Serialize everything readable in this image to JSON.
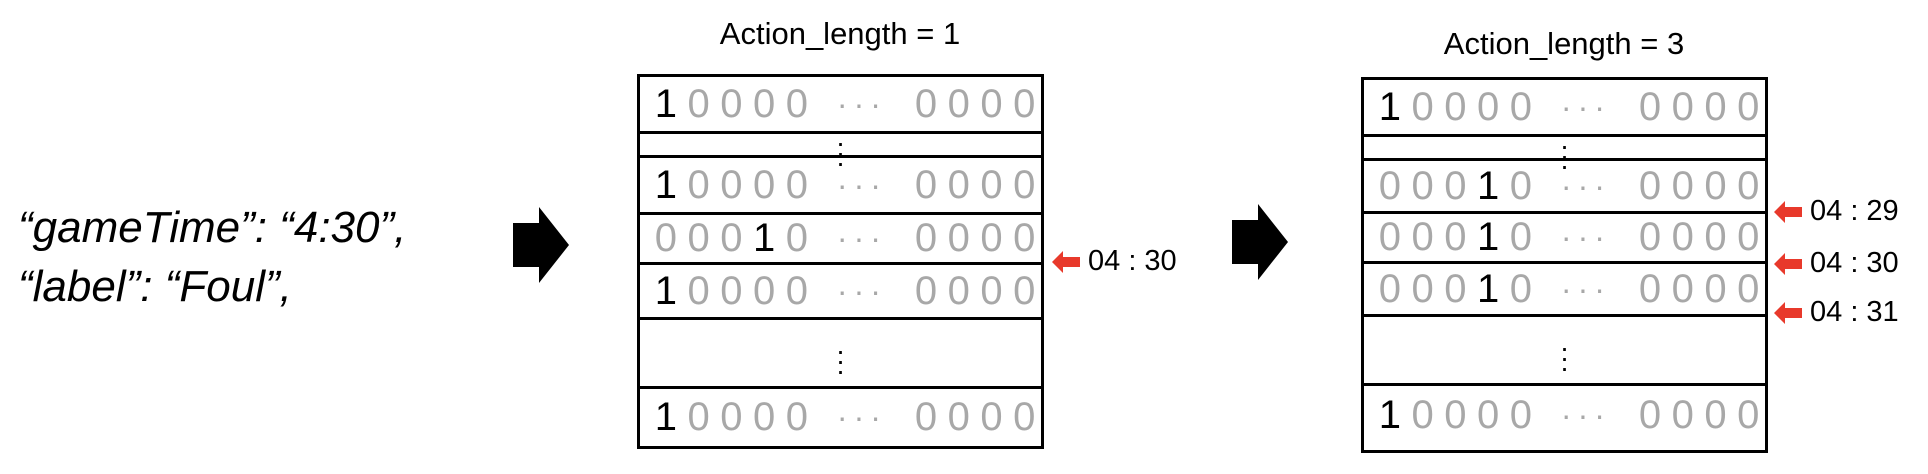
{
  "json_text": {
    "line1": "“gameTime”: “4:30”,",
    "line2": "“label”: “Foul”,"
  },
  "panel1": {
    "title": "Action_length = 1",
    "rows": [
      {
        "type": "vector",
        "active": 0
      },
      {
        "type": "ellipsis"
      },
      {
        "type": "vector",
        "active": 0
      },
      {
        "type": "vector",
        "active": 3
      },
      {
        "type": "vector",
        "active": 0
      },
      {
        "type": "ellipsis"
      },
      {
        "type": "vector",
        "active": 0
      }
    ],
    "markers": [
      "04 : 30"
    ]
  },
  "panel2": {
    "title": "Action_length = 3",
    "rows": [
      {
        "type": "vector",
        "active": 0
      },
      {
        "type": "ellipsis"
      },
      {
        "type": "vector",
        "active": 3
      },
      {
        "type": "vector",
        "active": 3
      },
      {
        "type": "vector",
        "active": 3
      },
      {
        "type": "ellipsis"
      },
      {
        "type": "vector",
        "active": 0
      }
    ],
    "markers": [
      "04 : 29",
      "04 : 30",
      "04 : 31"
    ]
  },
  "vector": {
    "zero": "0",
    "one": "1",
    "middle": "···"
  },
  "colors": {
    "marker_arrow": "#e8392b",
    "inactive_digit": "#a8a8a8"
  }
}
